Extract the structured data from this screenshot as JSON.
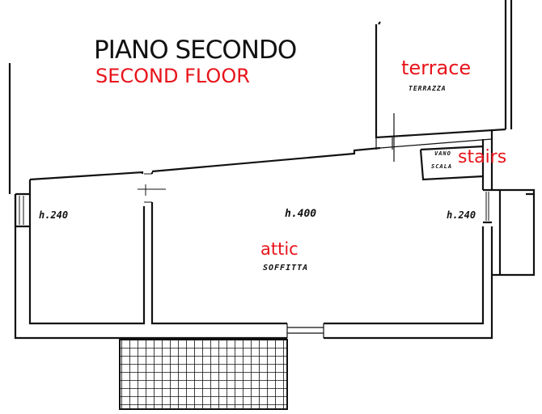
{
  "title": "PIANO SECONDO",
  "subtitle": "SECOND FLOOR",
  "rooms": {
    "terrace": {
      "label_en": "terrace",
      "label_it": "TERRAZZA"
    },
    "stairs": {
      "label_en": "stairs",
      "label_it_line1": "VANO",
      "label_it_line2": "SCALA"
    },
    "attic": {
      "label_en": "attic",
      "label_it": "SOFFITTA",
      "height": "h.400"
    },
    "left_room": {
      "height": "h.240"
    },
    "right_side": {
      "height": "h.240"
    }
  },
  "colors": {
    "annotation": "#e8141b",
    "lines": "#111111"
  }
}
